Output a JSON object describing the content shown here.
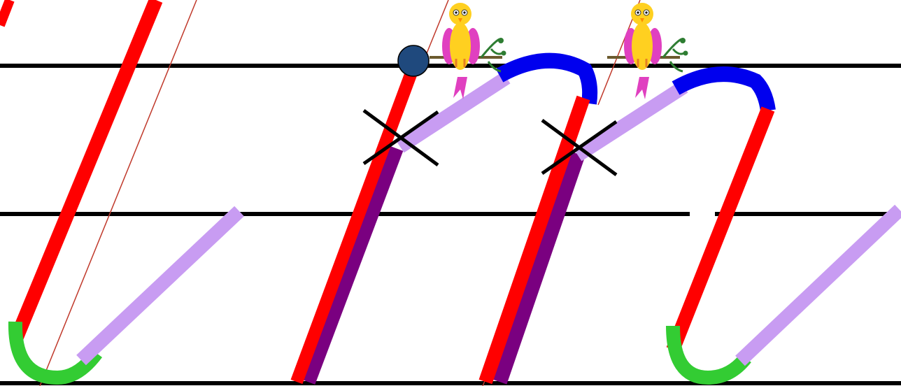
{
  "page": {
    "type": "cursive handwriting practice worksheet"
  },
  "colors": {
    "background": "#ffffff",
    "ruling": "#000000",
    "slant_guide": "#c0392b",
    "downstroke": "#ff0000",
    "downstroke_shadow": "#7a0080",
    "connector": "#c89cf2",
    "arch": "#0000ee",
    "hook": "#33cc33",
    "start_dot_fill": "#1f497d",
    "cross_mark": "#000000"
  },
  "icons": {
    "start_marker": "filled-circle",
    "cross_mark": "x-mark",
    "bird": "bird-on-branch"
  }
}
